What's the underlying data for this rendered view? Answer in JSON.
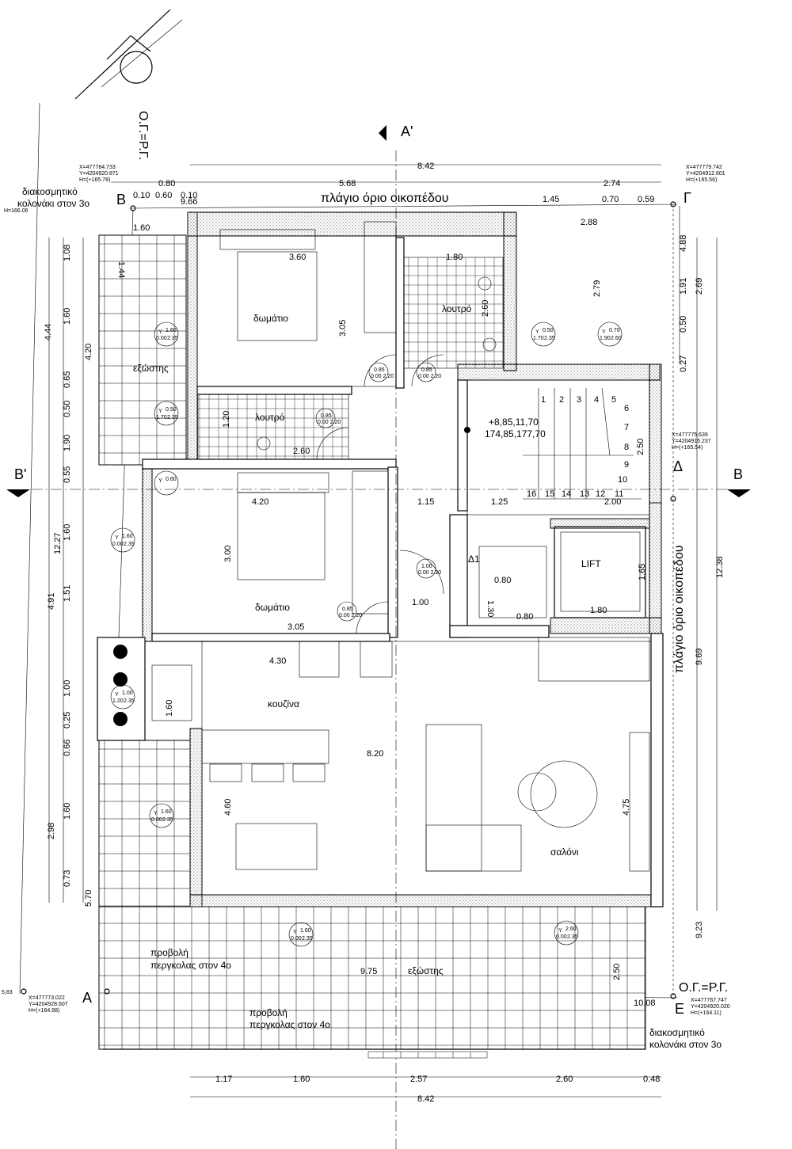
{
  "sections": {
    "a_top": "A'",
    "a_bottom": "A",
    "b_left": "B'",
    "b_right": "B"
  },
  "boundary": {
    "side_left": "Ο.Γ.=Ρ.Γ.",
    "side_top": "πλάγιο όριο οικοπέδου",
    "side_right": "πλάγιο όριο οικοπέδου",
    "og_bottom": "Ο.Γ.=Ρ.Γ."
  },
  "corners": {
    "B": {
      "letter": "B",
      "x": "X=477784.733",
      "y": "Y=4204920.871",
      "h": "H=(+165.78)"
    },
    "G": {
      "letter": "Γ",
      "x": "X=477779.742",
      "y": "Y=4204912.601",
      "h": "H=(+165.56)"
    },
    "D": {
      "letter": "Δ",
      "x": "X=477775.639",
      "y": "Y=4204915.237",
      "h": "H=(+165.54)"
    },
    "A": {
      "letter": "A",
      "x": "X=477773.022",
      "y": "Y=4204928.607",
      "h": "H=(+164.98)"
    },
    "E": {
      "letter": "E",
      "x": "X=477767.747",
      "y": "Y=4204920.020",
      "h": "H=(+164.11)"
    }
  },
  "rooms": {
    "bedroom1": "δωμάτιο",
    "bath1": "λουτρό",
    "bath2": "λουτρό",
    "balcony_left": "εξώστης",
    "bedroom2": "δωμάτιο",
    "kitchen": "κουζίνα",
    "living": "σαλόνι",
    "balcony_bottom": "εξώστης",
    "lift": "LIFT",
    "d1": "Δ1"
  },
  "notes": {
    "deco_top_1": "διακοσμητικό",
    "deco_top_2": "κολονάκι στον 3ο",
    "deco_bot_1": "διακοσμητικό",
    "deco_bot_2": "κολονάκι στον 3ο",
    "pergola1_1": "προβολή",
    "pergola1_2": "περγκολας στον 4ο",
    "pergola2_1": "προβολή",
    "pergola2_2": "περγκολας στον 4ο",
    "level_1": "+8,85,11,70",
    "level_2": "174,85,177,70",
    "h_left_top": "H=166.06",
    "left_val": "5,83"
  },
  "dims_top": {
    "total": "8.42",
    "d1": "0.80",
    "d2": "5.68",
    "d3": "2.74",
    "s1": "0.10",
    "s2": "0.60",
    "s3": "0.10",
    "s4": "9.66",
    "r1": "1.45",
    "r2": "0.70",
    "r3": "0.59"
  },
  "dims_bottom": {
    "total": "8.42",
    "d1": "1.17",
    "d2": "1.60",
    "d3": "2.57",
    "d4": "2.60",
    "d5": "0.48"
  },
  "dims_left": [
    "1.08",
    "1.60",
    "0.65",
    "0.50",
    "1.90",
    "0.55",
    "1.60",
    "1.51",
    "1.00",
    "0.25",
    "0.66",
    "1.60",
    "0.73"
  ],
  "dims_left2": [
    "4.20",
    "4.44",
    "12.27",
    "4.91",
    "2.98",
    "5.70"
  ],
  "dims_right": [
    "4.88",
    "1.91",
    "0.27",
    "0.50",
    "12.38",
    "9.69",
    "9.23",
    "2.69"
  ],
  "dims_inner": {
    "a": "1.60",
    "b": "3.60",
    "c": "1.80",
    "d": "2.88",
    "e": "3.05",
    "f": "2.79",
    "g": "2.60",
    "h": "1.20",
    "i": "2.60",
    "j": "4.20",
    "k": "1.15",
    "l": "1.25",
    "m": "2.00",
    "n": "3.00",
    "o": "3.05",
    "p": "0.80",
    "q": "1.30",
    "r": "0.80",
    "s": "1.00",
    "t": "1.80",
    "u": "1.65",
    "v": "4.30",
    "w": "8.20",
    "x": "4.60",
    "y": "4.75",
    "z": "9.75",
    "aa": "2.50",
    "bb": "10.08",
    "cc": "2.50",
    "dd": "1.60",
    "ee": "1.44"
  },
  "stairs": [
    "1",
    "2",
    "3",
    "4",
    "5",
    "6",
    "7",
    "8",
    "9",
    "10",
    "11",
    "12",
    "13",
    "14",
    "15",
    "16"
  ],
  "windows": [
    {
      "top": "1.60",
      "bl": "0.00",
      "br": "2.35"
    },
    {
      "top": "0.50",
      "bl": "1.70",
      "br": "2.35"
    },
    {
      "top": "0.50",
      "bl": "1.70",
      "br": "2.35"
    },
    {
      "top": "0.70",
      "bl": "1.90",
      "br": "2.60"
    },
    {
      "top": "1.60",
      "bl": "0.00",
      "br": "2.35"
    },
    {
      "top": "1.00",
      "bl": "1.20",
      "br": "2.35"
    },
    {
      "top": "1.60",
      "bl": "0.00",
      "br": "2.35"
    },
    {
      "top": "1.60",
      "bl": "0.00",
      "br": "2.35"
    },
    {
      "top": "2.60",
      "bl": "0.00",
      "br": "2.35"
    },
    {
      "top": "0.60",
      "bl": "",
      "br": ""
    }
  ],
  "doors": [
    {
      "top": "0.85",
      "bot": "0.00 2.20"
    },
    {
      "top": "0.85",
      "bot": "0.00 2.20"
    },
    {
      "top": "0.85",
      "bot": "0.00 2.20"
    },
    {
      "top": "0.85",
      "bot": "0.00 2.20"
    },
    {
      "top": "1.00",
      "bot": "0.00 2.20"
    }
  ]
}
